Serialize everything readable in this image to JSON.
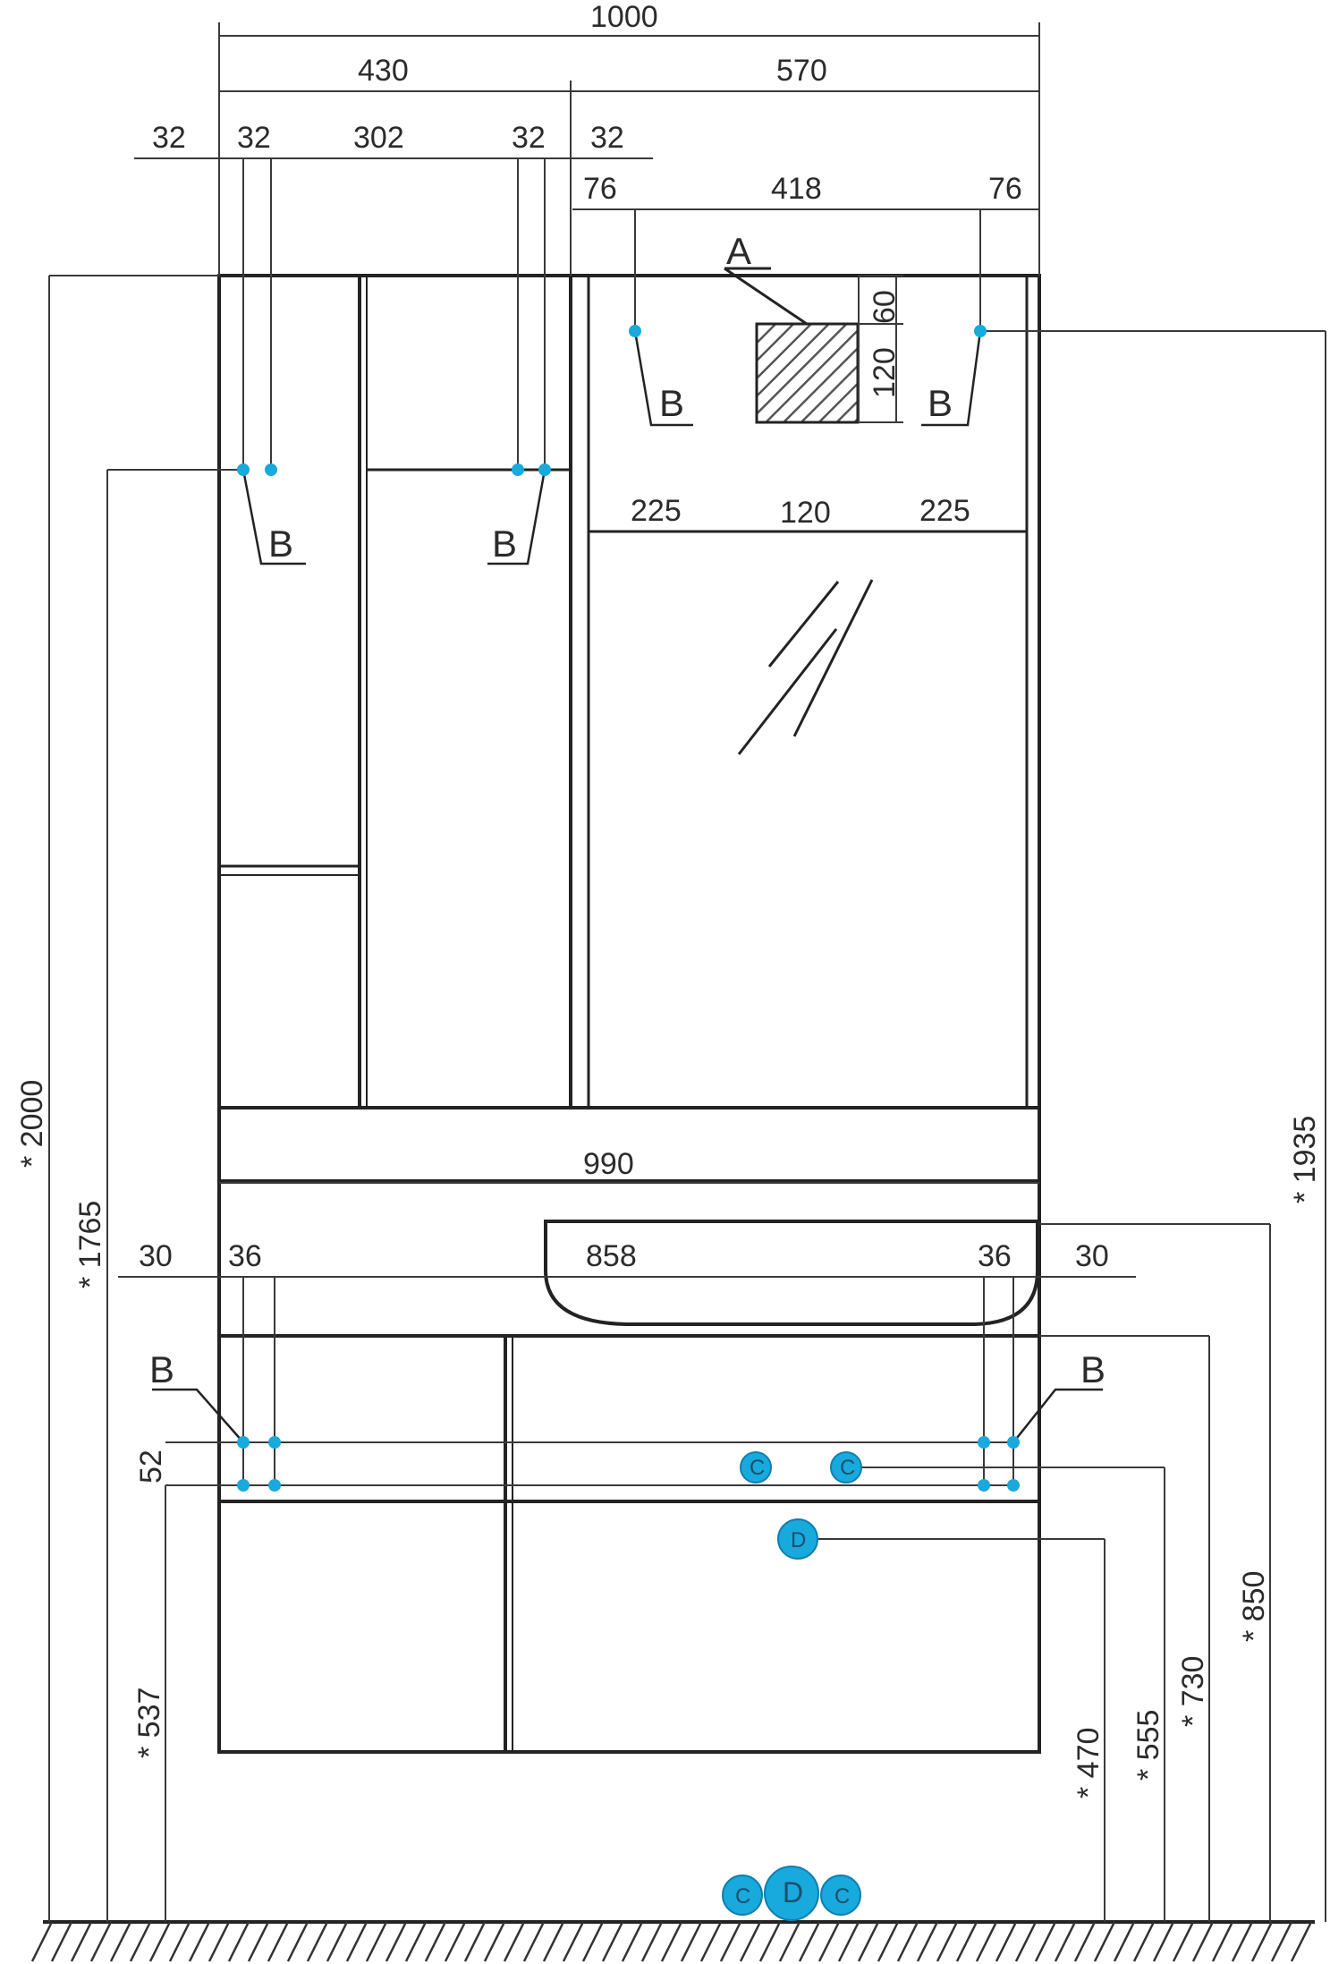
{
  "colors": {
    "line": "#232323",
    "dim_line": "#3a3a3a",
    "point": "#18a9dd",
    "point_dark": "#0f7fae",
    "hatch": "#555555"
  },
  "dimensions_horizontal": {
    "total_width": "1000",
    "left_cabinet_width": "430",
    "mirror_width": "570",
    "left_offset_outer": "32",
    "left_offset_inner": "32",
    "left_span": "302",
    "right_offset_inner": "32",
    "right_offset_outer": "32",
    "mirror_left_offset": "76",
    "mirror_span": "418",
    "mirror_right_offset": "76",
    "socket_left": "225",
    "socket_width": "120",
    "socket_right": "225",
    "sink_width": "990",
    "vanity_left_outer": "30",
    "vanity_left_inner": "36",
    "vanity_span": "858",
    "vanity_right_inner": "36",
    "vanity_right_outer": "30"
  },
  "dimensions_vertical": {
    "socket_top": "60",
    "socket_height": "120",
    "total_height": "* 2000",
    "cabinet_mount_height": "* 1765",
    "mirror_mount_height": "* 1935",
    "vanity_mount_spacing": "52",
    "vanity_bottom": "* 537",
    "drain_height": "* 470",
    "water_height": "* 555",
    "vanity_mount_height": "* 730",
    "sink_top_height": "* 850"
  },
  "labels": {
    "socket_label": "A",
    "mount_label": "B",
    "water_label": "C",
    "drain_label": "D"
  }
}
